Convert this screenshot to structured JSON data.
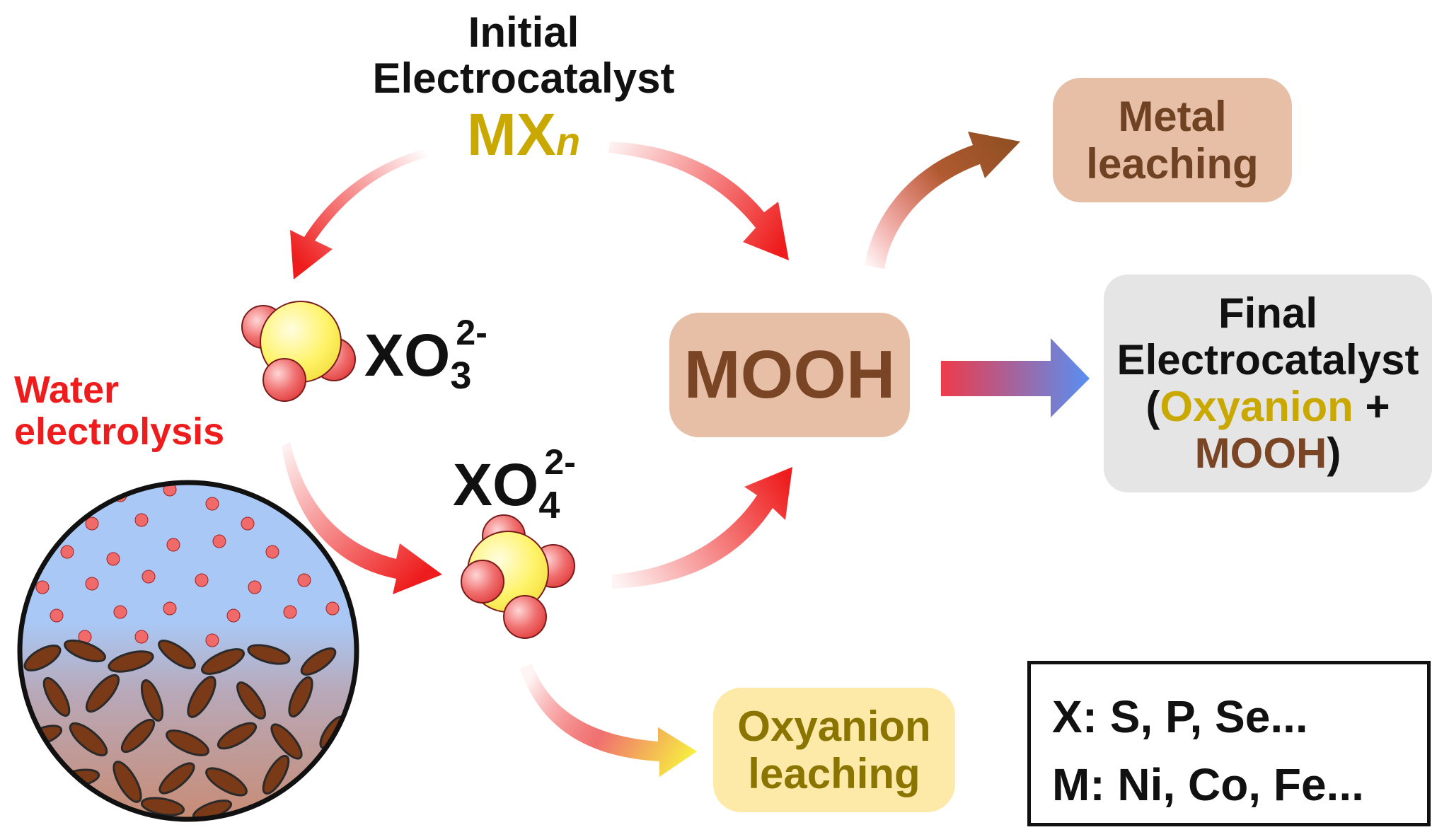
{
  "initial": {
    "line1": "Initial",
    "line2": "Electrocatalyst"
  },
  "mxn": {
    "main": "MX",
    "sub": "n"
  },
  "xo3": {
    "main": "XO",
    "sub": "3",
    "sup": "2-"
  },
  "xo4": {
    "main": "XO",
    "sub": "4",
    "sup": "2-"
  },
  "water": {
    "line1": "Water",
    "line2": "electrolysis"
  },
  "mooh": "MOOH",
  "metal_leaching": {
    "line1": "Metal",
    "line2": "leaching"
  },
  "final": {
    "line1": "Final",
    "line2": "Electrocatalyst",
    "open": "(",
    "oxyanion": "Oxyanion",
    "plus": " +",
    "mooh": "MOOH",
    "close": ")"
  },
  "oxyanion_leaching": {
    "line1": "Oxyanion",
    "line2": "leaching"
  },
  "legend": {
    "x_line": "X: S, P, Se...",
    "m_line": "M: Ni, Co, Fe..."
  },
  "colors": {
    "red": "#ee1c1c",
    "gold": "#c9a800",
    "brown": "#7a4524",
    "blue": "#5b8def",
    "sky": "#a9c8f5"
  }
}
